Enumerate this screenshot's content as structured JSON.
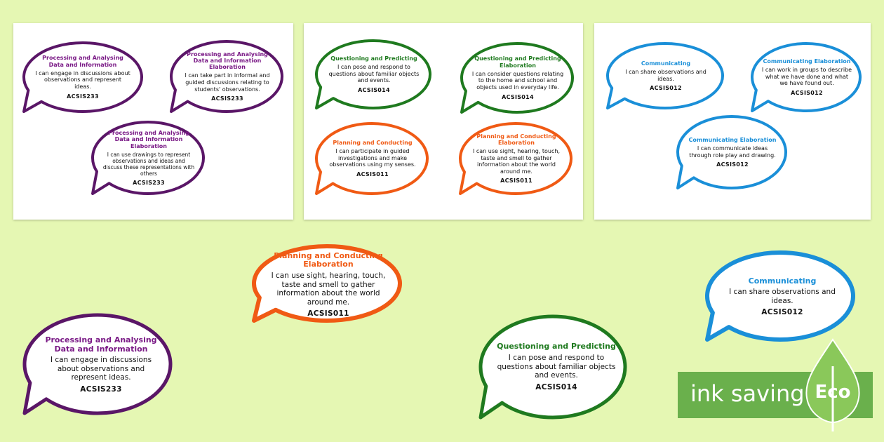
{
  "colors": {
    "background": "#e5f7b3",
    "purple": "#5a1667",
    "purple_title": "#7a1a86",
    "green": "#1f7a1f",
    "green_title": "#1f7a1f",
    "orange": "#f05a14",
    "orange_title": "#f05a14",
    "blue": "#1a8fd8",
    "blue_title": "#1a8fd8",
    "eco_bar": "#6ab04c",
    "leaf": "#8ac85a"
  },
  "sheet1": {
    "b1": {
      "title": "Processing and Analysing Data and Information",
      "body": "I can engage in discussions about observations and represent ideas.",
      "code": "ACSIS233"
    },
    "b2": {
      "title": "Processing and Analysing Data and Information Elaboration",
      "body": "I can take part in informal and guided discussions relating to students' observations.",
      "code": "ACSIS233"
    },
    "b3": {
      "title": "Processing and Analysing Data and Information Elaboration",
      "body": "I can use drawings to represent observations and ideas and discuss these representations with others",
      "code": "ACSIS233"
    }
  },
  "sheet2": {
    "b1": {
      "title": "Questioning and Predicting",
      "body": "I can pose and respond to questions about familiar objects and events.",
      "code": "ACSIS014"
    },
    "b2": {
      "title": "Questioning and Predicting Elaboration",
      "body": "I can consider questions relating to the home and school and objects used in everyday life.",
      "code": "ACSIS014"
    },
    "b3": {
      "title": "Planning and Conducting",
      "body": "I can participate in guided investigations and make observations using my senses.",
      "code": "ACSIS011"
    },
    "b4": {
      "title": "Planning and Conducting Elaboration",
      "body": "I can use sight, hearing, touch, taste and smell to gather information about the world around me.",
      "code": "ACSIS011"
    }
  },
  "sheet3": {
    "b1": {
      "title": "Communicating",
      "body": "I can share observations and ideas.",
      "code": "ACSIS012"
    },
    "b2": {
      "title": "Communicating Elaboration",
      "body": "I can work in groups to describe what we have done and what we have found out.",
      "code": "ACSIS012"
    },
    "b3": {
      "title": "Communicating Elaboration",
      "body": "I can communicate ideas through role play and drawing.",
      "code": "ACSIS012"
    }
  },
  "large": {
    "orange": {
      "title": "Planning and Conducting Elaboration",
      "body": "I can use sight, hearing, touch, taste and smell to gather information about the world around me.",
      "code": "ACSIS011"
    },
    "blue": {
      "title": "Communicating",
      "body": "I can share observations and ideas.",
      "code": "ACSIS012"
    },
    "purple": {
      "title": "Processing and Analysing Data and Information",
      "body": "I can engage in discussions about observations and represent ideas.",
      "code": "ACSIS233"
    },
    "green": {
      "title": "Questioning and Predicting",
      "body": "I can pose and respond to questions about familiar objects and events.",
      "code": "ACSIS014"
    }
  },
  "eco": {
    "label": "ink saving",
    "badge": "Eco"
  }
}
